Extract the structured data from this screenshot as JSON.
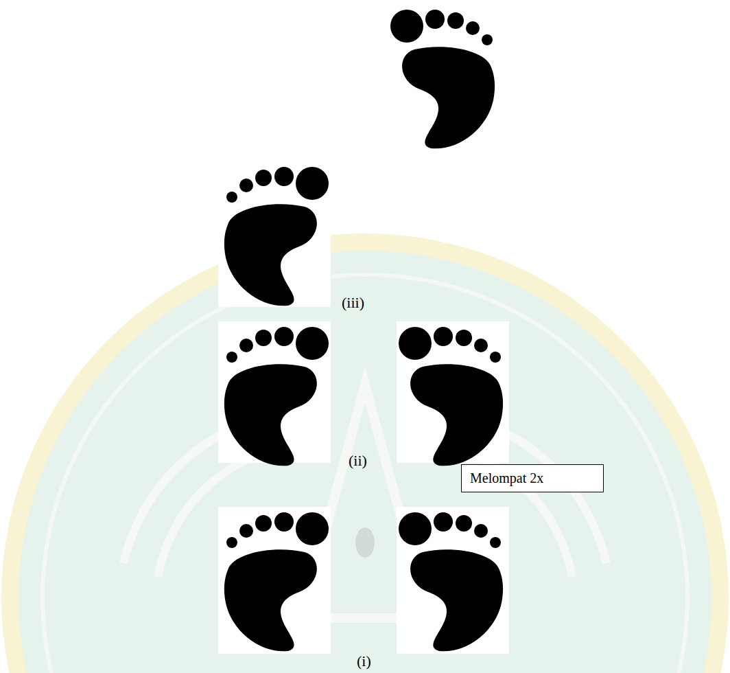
{
  "diagram": {
    "nodes": [
      {
        "text": [
          "Melompat 2x"
        ]
      }
    ],
    "labels": [
      "(iii)",
      "(ii)",
      "(i)"
    ]
  }
}
